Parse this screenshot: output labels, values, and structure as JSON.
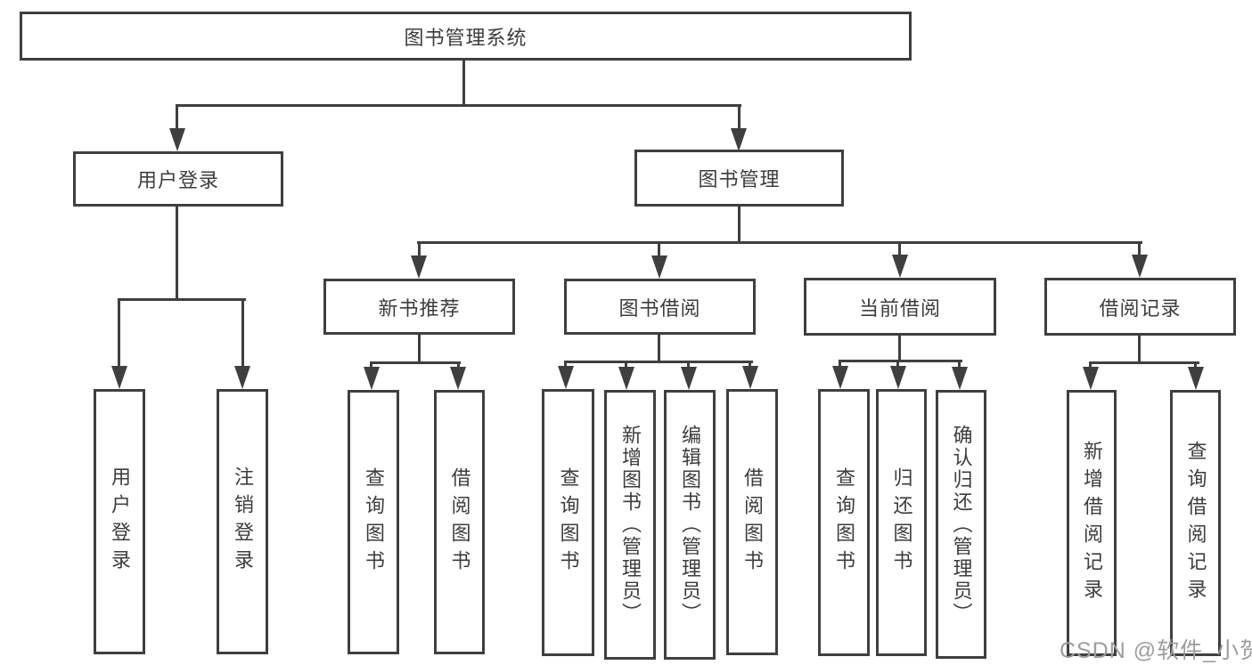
{
  "diagram_type": "functional-structure-tree",
  "colors": {
    "line": "#3f3f3f",
    "box_border": "#3f3f3f",
    "text": "#3d3d3d",
    "background": "#ffffff",
    "watermark": "#9d9d9d"
  },
  "tree": {
    "label": "图书管理系统",
    "children": [
      {
        "label": "用户登录",
        "children": [
          {
            "label": "用户登录"
          },
          {
            "label": "注销登录"
          }
        ]
      },
      {
        "label": "图书管理",
        "children": [
          {
            "label": "新书推荐",
            "children": [
              {
                "label": "查询图书"
              },
              {
                "label": "借阅图书"
              }
            ]
          },
          {
            "label": "图书借阅",
            "children": [
              {
                "label": "查询图书"
              },
              {
                "label": "新增图书（管理员）"
              },
              {
                "label": "编辑图书（管理员）"
              },
              {
                "label": "借阅图书"
              }
            ]
          },
          {
            "label": "当前借阅",
            "children": [
              {
                "label": "查询图书"
              },
              {
                "label": "归还图书"
              },
              {
                "label": "确认归还（管理员）"
              }
            ]
          },
          {
            "label": "借阅记录",
            "children": [
              {
                "label": "新增借阅记录"
              },
              {
                "label": "查询借阅记录"
              }
            ]
          }
        ]
      }
    ]
  },
  "watermark": {
    "text": "CSDN @软件_小贺同学"
  }
}
